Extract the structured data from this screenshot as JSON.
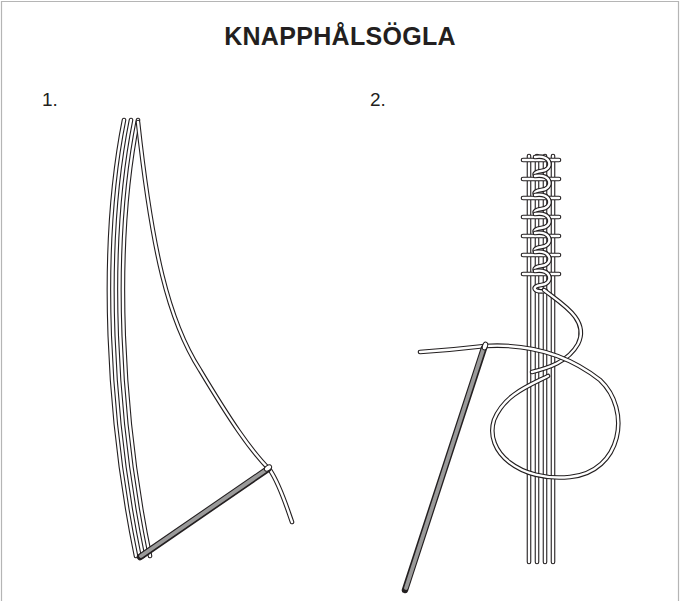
{
  "diagram": {
    "title": "KNAPPHÅLSÖGLA",
    "labels": [
      "1.",
      "2."
    ]
  }
}
